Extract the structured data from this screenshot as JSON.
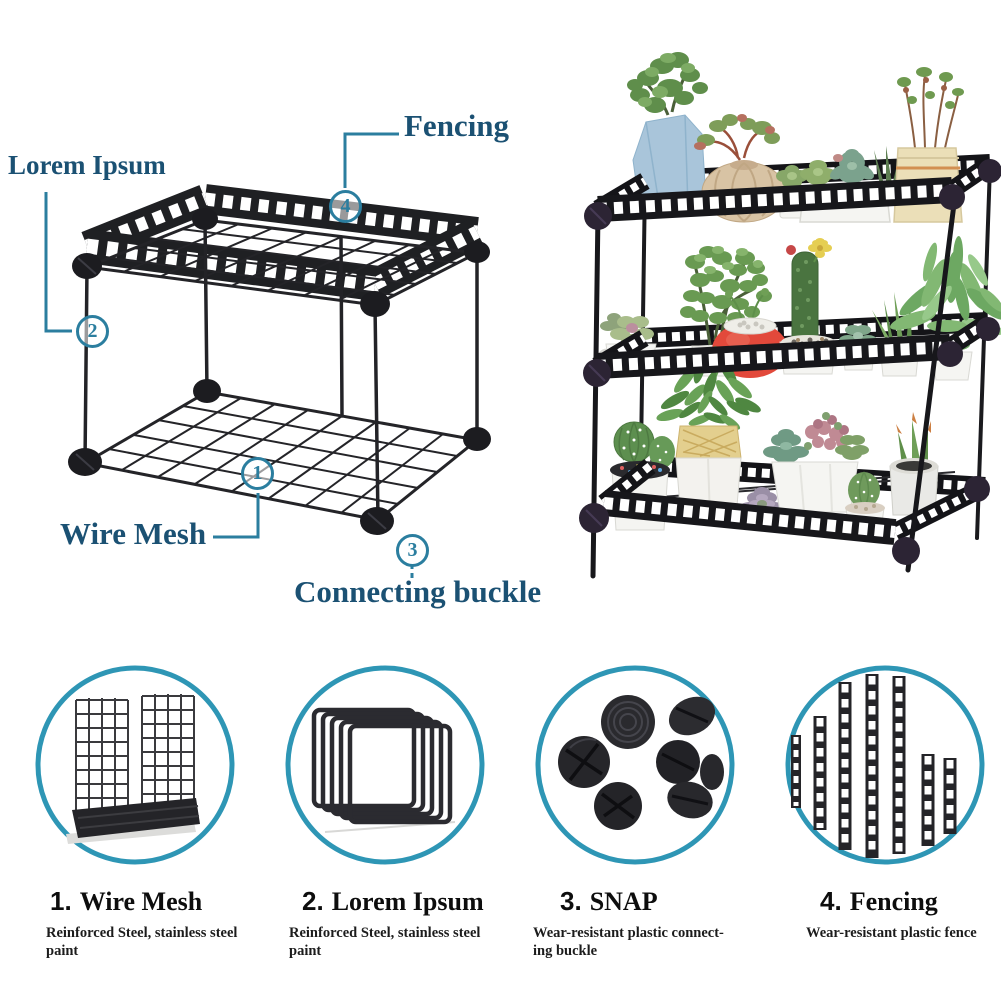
{
  "colors": {
    "accent_ring": "#2e96b5",
    "label_text": "#1b5173",
    "callout_teal": "#2b7e9f",
    "metal_black": "#1f2023"
  },
  "diagram": {
    "labels": {
      "lorem_ipsum": "Lorem Ipsum",
      "fencing": "Fencing",
      "wire_mesh": "Wire Mesh",
      "connecting_buckle": "Connecting buckle"
    },
    "callouts": {
      "c1": "1",
      "c2": "2",
      "c3": "3",
      "c4": "4"
    }
  },
  "parts": [
    {
      "number": "1.",
      "title": "Wire Mesh",
      "description_lines": [
        "Reinforced Steel, stainless steel",
        "paint"
      ],
      "image": "wire-mesh-detail"
    },
    {
      "number": "2.",
      "title": "Lorem Ipsum",
      "description_lines": [
        "Reinforced Steel, stainless steel",
        "paint"
      ],
      "image": "stacked-frames-detail"
    },
    {
      "number": "3.",
      "title": "SNAP",
      "description_lines": [
        "Wear-resistant plastic connect-",
        "ing buckle"
      ],
      "image": "snap-buckles-detail"
    },
    {
      "number": "4.",
      "title": "Fencing",
      "description_lines": [
        "Wear-resistant plastic fence"
      ],
      "image": "fencing-strips-detail"
    }
  ]
}
